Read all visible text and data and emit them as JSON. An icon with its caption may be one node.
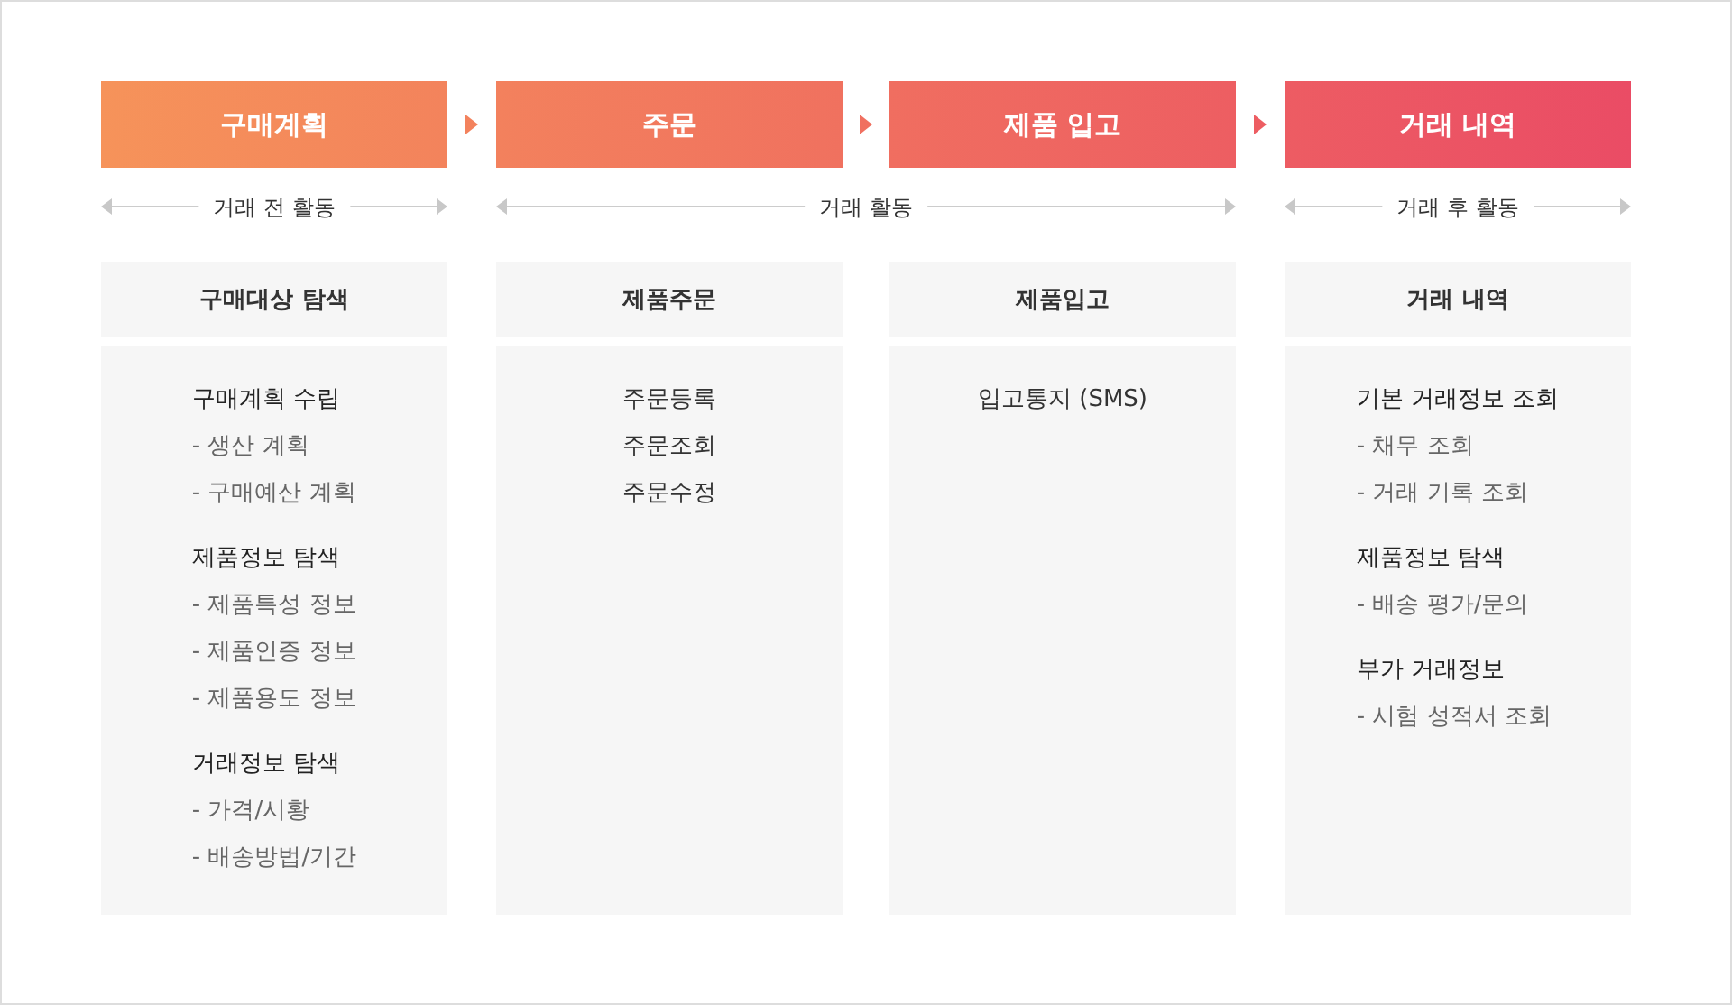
{
  "diagram": {
    "nodes": [
      {
        "text": [
          "구매계획"
        ]
      },
      {
        "text": [
          "주문"
        ]
      },
      {
        "text": [
          "제품 입고"
        ]
      },
      {
        "text": [
          "거래 내역"
        ]
      },
      {
        "text": [
          "구매대상 탐색"
        ]
      },
      {
        "text": [
          "제품주문"
        ]
      },
      {
        "text": [
          "제품입고"
        ]
      },
      {
        "text": [
          "거래 내역"
        ]
      },
      {
        "text": [
          "구매계획 수립",
          "- 생산 계획",
          "- 구매예산 계획",
          "제품정보 탐색",
          "- 제품특성 정보",
          "- 제품인증 정보",
          "- 제품용도 정보",
          "거래정보 탐색",
          "- 가격/시황",
          "- 배송방법/기간"
        ]
      },
      {
        "text": [
          "주문등록",
          "주문조회",
          "주문수정"
        ]
      },
      {
        "text": [
          "입고통지 (SMS)"
        ]
      },
      {
        "text": [
          "기본 거래정보 조회",
          "- 채무 조회",
          "- 거래 기록 조회",
          "제품정보 탐색",
          "- 배송 평가/문의",
          "부가 거래정보",
          "- 시험 성적서 조회"
        ]
      }
    ],
    "edges": [
      {
        "from": 0,
        "to": 1,
        "arrow": "to"
      },
      {
        "from": 1,
        "to": 2,
        "arrow": "to"
      },
      {
        "from": 2,
        "to": 3,
        "arrow": "to"
      }
    ],
    "labels": [
      "거래 전 활동",
      "거래 활동",
      "거래 후 활동"
    ]
  }
}
